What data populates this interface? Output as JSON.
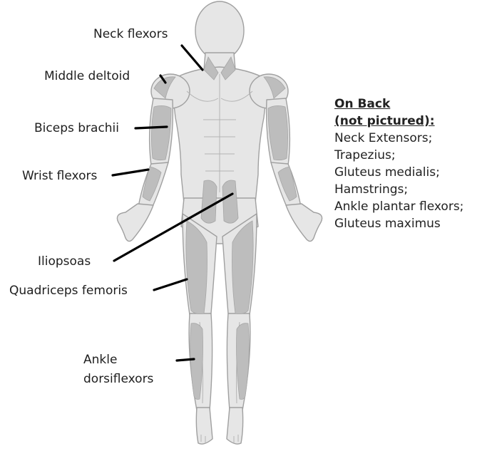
{
  "labels": {
    "neck_flexors": "Neck flexors",
    "middle_deltoid": "Middle deltoid",
    "biceps_brachii": "Biceps brachii",
    "wrist_flexors": "Wrist flexors",
    "iliopsoas": "Iliopsoas",
    "quadriceps_femoris": "Quadriceps femoris",
    "ankle_dorsiflexors_line1": "Ankle",
    "ankle_dorsiflexors_line2": "dorsiflexors"
  },
  "back_note": {
    "heading_line1": "On Back",
    "heading_line2": "(not pictured):",
    "items": [
      "Neck Extensors;",
      "Trapezius;",
      "Gluteus medialis;",
      "Hamstrings;",
      "Ankle plantar flexors;",
      "Gluteus maximus"
    ]
  },
  "colors": {
    "body_fill": "#e6e6e6",
    "outline": "#9a9a9a",
    "highlight": "#bdbdbd",
    "leader_line": "#000000"
  }
}
